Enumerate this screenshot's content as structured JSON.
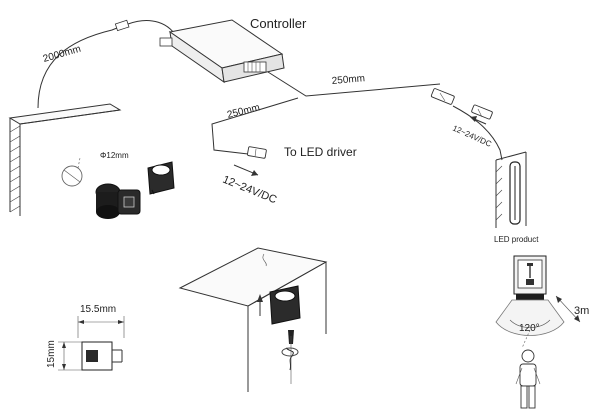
{
  "labels": {
    "controller": "Controller",
    "cable_2000": "2000mm",
    "cable_250_right": "250mm",
    "cable_250_left": "250mm",
    "to_led_driver": "To LED driver",
    "voltage_left": "12~24V/DC",
    "voltage_right": "12~24V/DC",
    "hole_diameter": "Φ12mm",
    "led_product": "LED product",
    "width_dim": "15.5mm",
    "height_dim": "15mm",
    "angle": "120°",
    "range": "3m"
  }
}
